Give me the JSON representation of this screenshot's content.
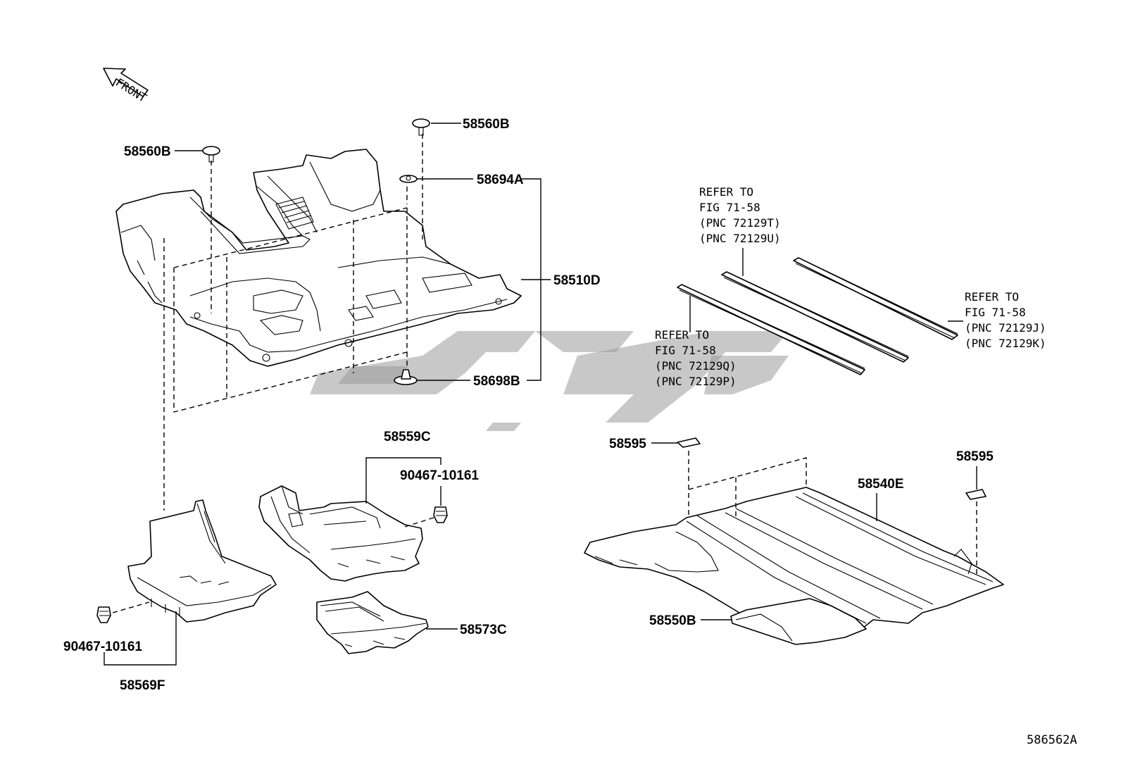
{
  "direction": {
    "label": "FRONT"
  },
  "callouts": {
    "c58560B_left": "58560B",
    "c58560B_top": "58560B",
    "c58694A": "58694A",
    "c58510D": "58510D",
    "c58698B": "58698B",
    "c58559C": "58559C",
    "c90467_right": "90467-10161",
    "c90467_left": "90467-10161",
    "c58569F": "58569F",
    "c58573C": "58573C",
    "c58595_left": "58595",
    "c58595_right": "58595",
    "c58540E": "58540E",
    "c58550B": "58550B"
  },
  "references": {
    "top": [
      "REFER TO",
      "FIG 71-58",
      "(PNC 72129T)",
      "(PNC 72129U)"
    ],
    "right": [
      "REFER TO",
      "FIG 71-58",
      "(PNC 72129J)",
      "(PNC 72129K)"
    ],
    "lower": [
      "REFER TO",
      "FIG 71-58",
      "(PNC 72129Q)",
      "(PNC 72129P)"
    ]
  },
  "figure_id": "586562A",
  "watermark_color": "#9a9a9a"
}
